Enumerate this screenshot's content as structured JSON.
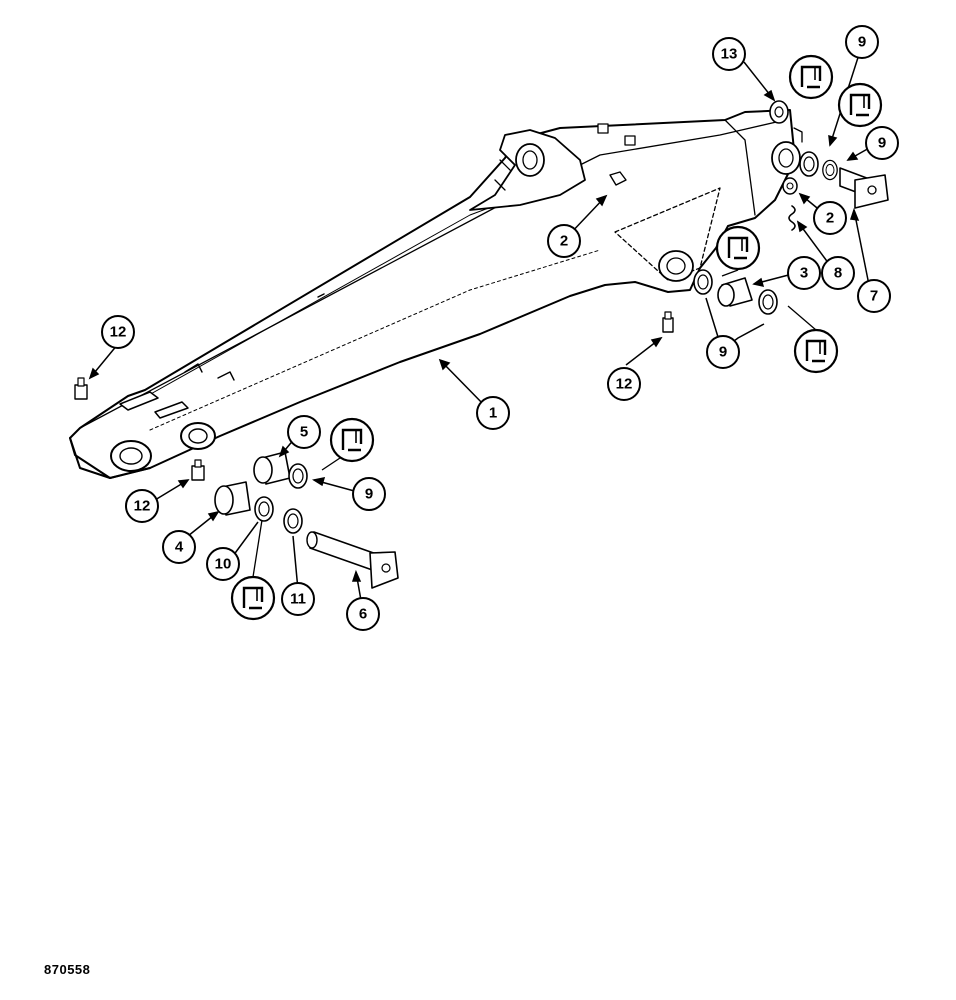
{
  "figure_number": "870558",
  "callouts": {
    "c1": "1",
    "c2a": "2",
    "c2b": "2",
    "c3": "3",
    "c4": "4",
    "c5": "5",
    "c6": "6",
    "c7": "7",
    "c8": "8",
    "c9a": "9",
    "c9b": "9",
    "c9c": "9",
    "c9d": "9",
    "c10": "10",
    "c11": "11",
    "c12a": "12",
    "c12b": "12",
    "c12c": "12",
    "c13": "13"
  },
  "symbols": {
    "shim_icon_count": 6
  }
}
